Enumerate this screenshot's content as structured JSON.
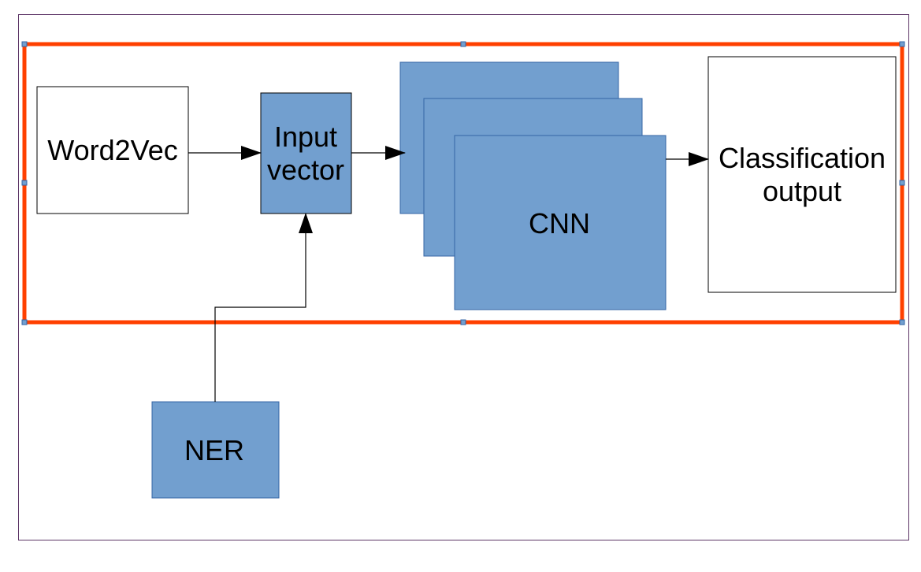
{
  "diagram": {
    "nodes": {
      "word2vec": {
        "label": "Word2Vec"
      },
      "input_vector": {
        "label_lines": [
          "Input",
          "vector"
        ]
      },
      "cnn": {
        "label": "CNN"
      },
      "classification": {
        "label_lines": [
          "Classification",
          "output"
        ]
      },
      "ner": {
        "label": "NER"
      }
    },
    "colors": {
      "box_fill": "#729fcf",
      "box_stroke": "#3465a4",
      "plain_fill": "#ffffff",
      "text": "#000000",
      "selection_frame": "#ff4000",
      "handle": "#729fcf",
      "page_border": "#5c3566",
      "arrow": "#000000"
    }
  }
}
